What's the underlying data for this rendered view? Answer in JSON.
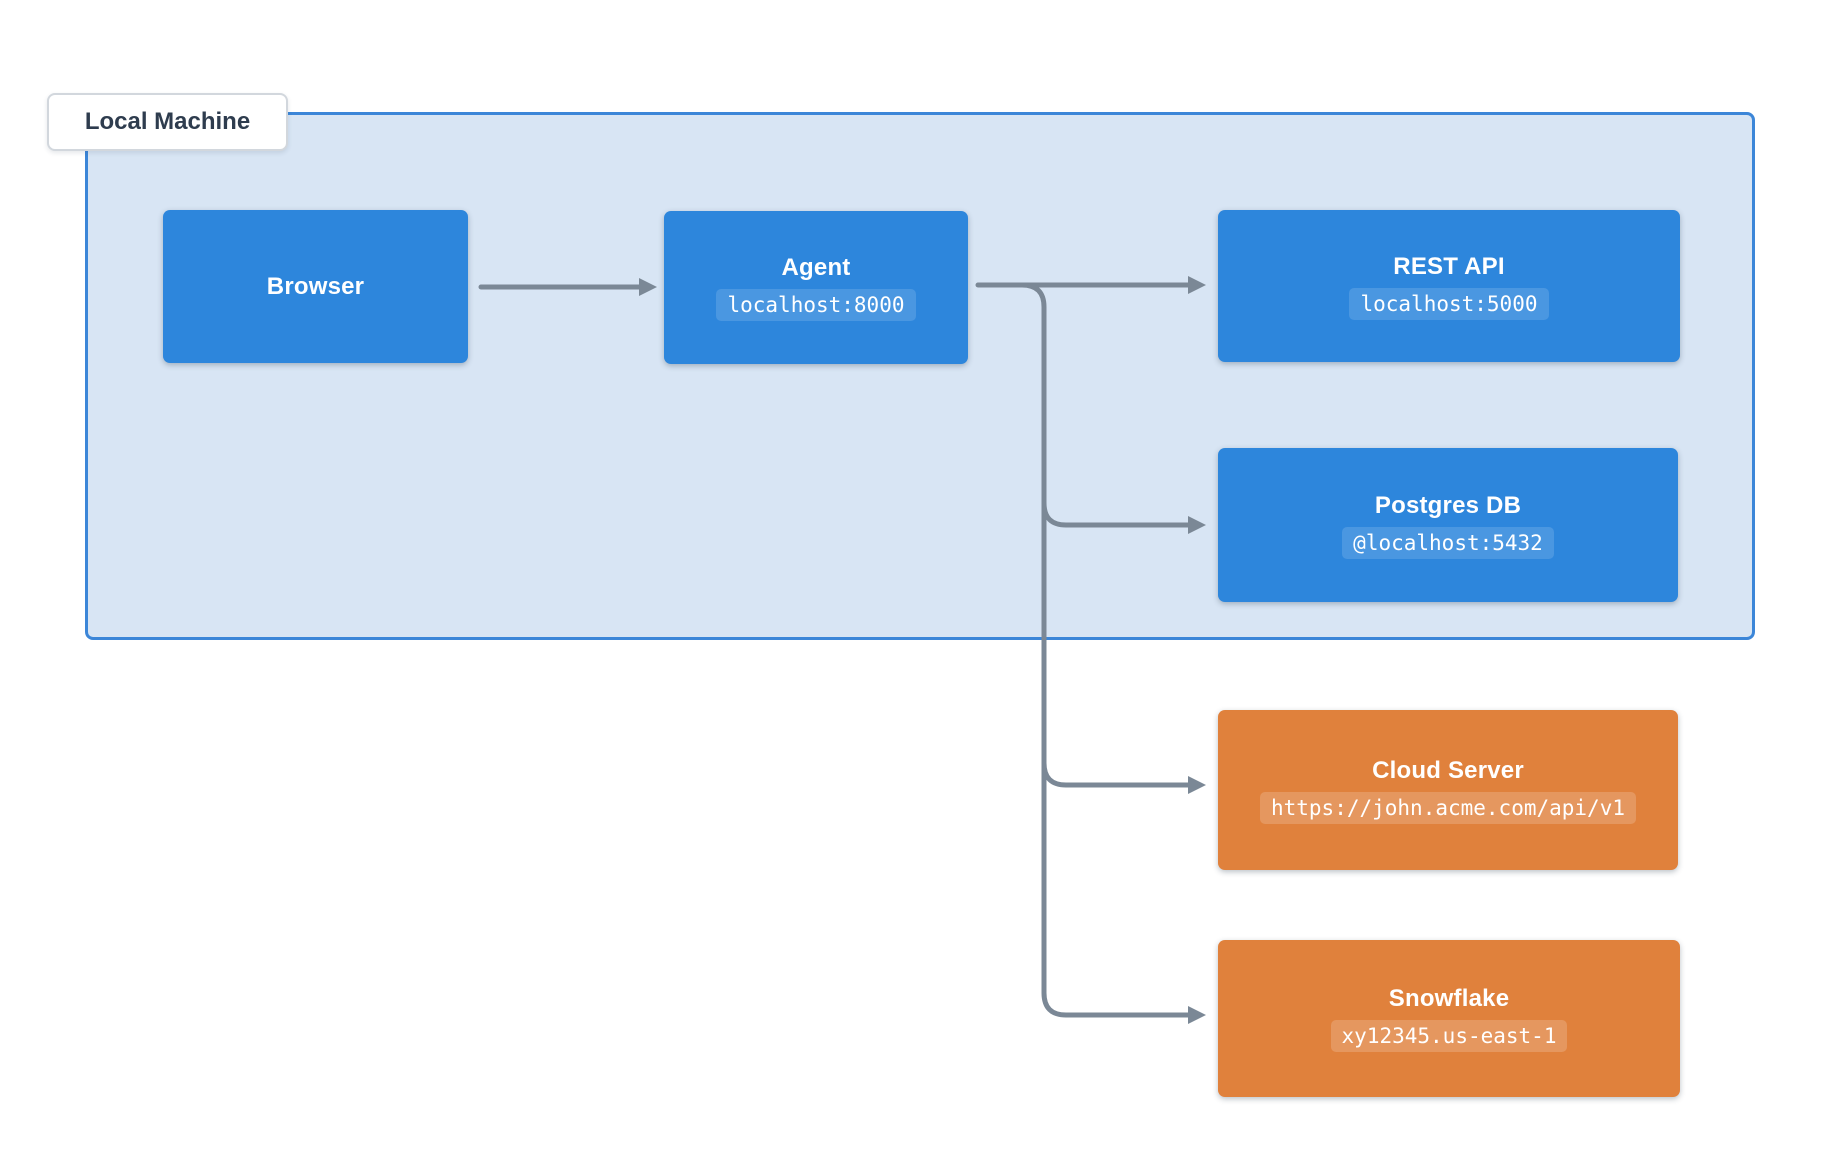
{
  "diagram": {
    "container": {
      "label": "Local Machine"
    },
    "nodes": {
      "browser": {
        "title": "Browser"
      },
      "agent": {
        "title": "Agent",
        "badge": "localhost:8000"
      },
      "rest_api": {
        "title": "REST API",
        "badge": "localhost:5000"
      },
      "postgres": {
        "title": "Postgres DB",
        "badge": "@localhost:5432"
      },
      "cloud": {
        "title": "Cloud Server",
        "badge": "https://john.acme.com/api/v1"
      },
      "snowflake": {
        "title": "Snowflake",
        "badge": "xy12345.us-east-1"
      }
    },
    "edges": [
      {
        "from": "browser",
        "to": "agent"
      },
      {
        "from": "agent",
        "to": "rest_api"
      },
      {
        "from": "agent",
        "to": "postgres"
      },
      {
        "from": "agent",
        "to": "cloud"
      },
      {
        "from": "agent",
        "to": "snowflake"
      }
    ],
    "colors": {
      "local_node_fill": "#2d86dc",
      "external_node_fill": "#e0813c",
      "container_fill": "#d8e5f4",
      "container_border": "#3c86d8",
      "arrow": "#7b8896",
      "label_text": "#2e3c4e",
      "node_text": "#ffffff",
      "page_background": "#ffffff"
    }
  }
}
